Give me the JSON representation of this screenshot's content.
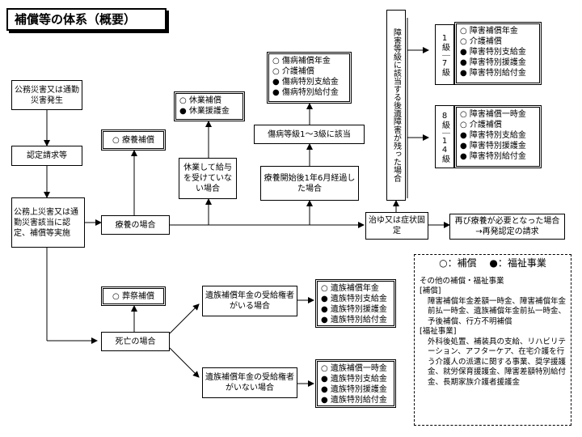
{
  "title": "補償等の体系（概要）",
  "start": "公務災害又は通勤災害発生",
  "claim": "認定請求等",
  "recognition": "公務上災害又は通勤災害該当に認定、補償等実施",
  "medical_case": "療養の場合",
  "medical_benefit": "○ 療養補償",
  "leave_condition": "休業して給与を受けていない場合",
  "leave_items": [
    "○ 休業補償",
    "● 休業援護金"
  ],
  "longterm_condition": "療養開始後1年6月経過した場合",
  "sick_grade": "傷病等級1～3級に該当",
  "sick_items": [
    "○ 傷病補償年金",
    "○ 介護補償",
    "● 傷病特別支給金",
    "● 傷病特別給付金"
  ],
  "cured": "治ゆ又は症状固定",
  "disability_remaining": "障害等級に該当する後遺障害が残った場合",
  "grade_high": "1級｜7級",
  "grade_high_items": [
    "○ 障害補償年金",
    "○ 介護補償",
    "● 障害特別支給金",
    "● 障害特別援護金",
    "● 障害特別給付金"
  ],
  "grade_low": "8級｜14級",
  "grade_low_items": [
    "○ 障害補償一時金",
    "○ 介護補償",
    "● 障害特別支給金",
    "● 障害特別援護金",
    "● 障害特別給付金"
  ],
  "recurrence": "再び療養が必要となった場合 →再発認定の請求",
  "death_case": "死亡の場合",
  "funeral": "○ 葬祭補償",
  "survivor_with": "遺族補償年金の受給権者がいる場合",
  "survivor_with_items": [
    "○ 遺族補償年金",
    "● 遺族特別支給金",
    "● 遺族特別援護金",
    "● 遺族特別給付金"
  ],
  "survivor_without": "遺族補償年金の受給権者がいない場合",
  "survivor_without_items": [
    "○ 遺族補償一時金",
    "● 遺族特別支給金",
    "● 遺族特別援護金",
    "● 遺族特別給付金"
  ],
  "legend": "○：補償　 ●：福祉事業",
  "other_heading": "その他の補償・福祉事業",
  "hosho_heading": "[補償]",
  "hosho_text": "障害補償年金差額一時金、障害補償年金前払一時金、遺族補償年金前払一時金、予後補償、行方不明補償",
  "fukushi_heading": "[福祉事業]",
  "fukushi_text": "外科後処置、補装具の支給、リハビリテーション、アフターケア、在宅介護を行う介護人の派遣に関する事業、奨学援護金、就労保育援護金、障害差額特別給付金、長期家族介護者援護金"
}
